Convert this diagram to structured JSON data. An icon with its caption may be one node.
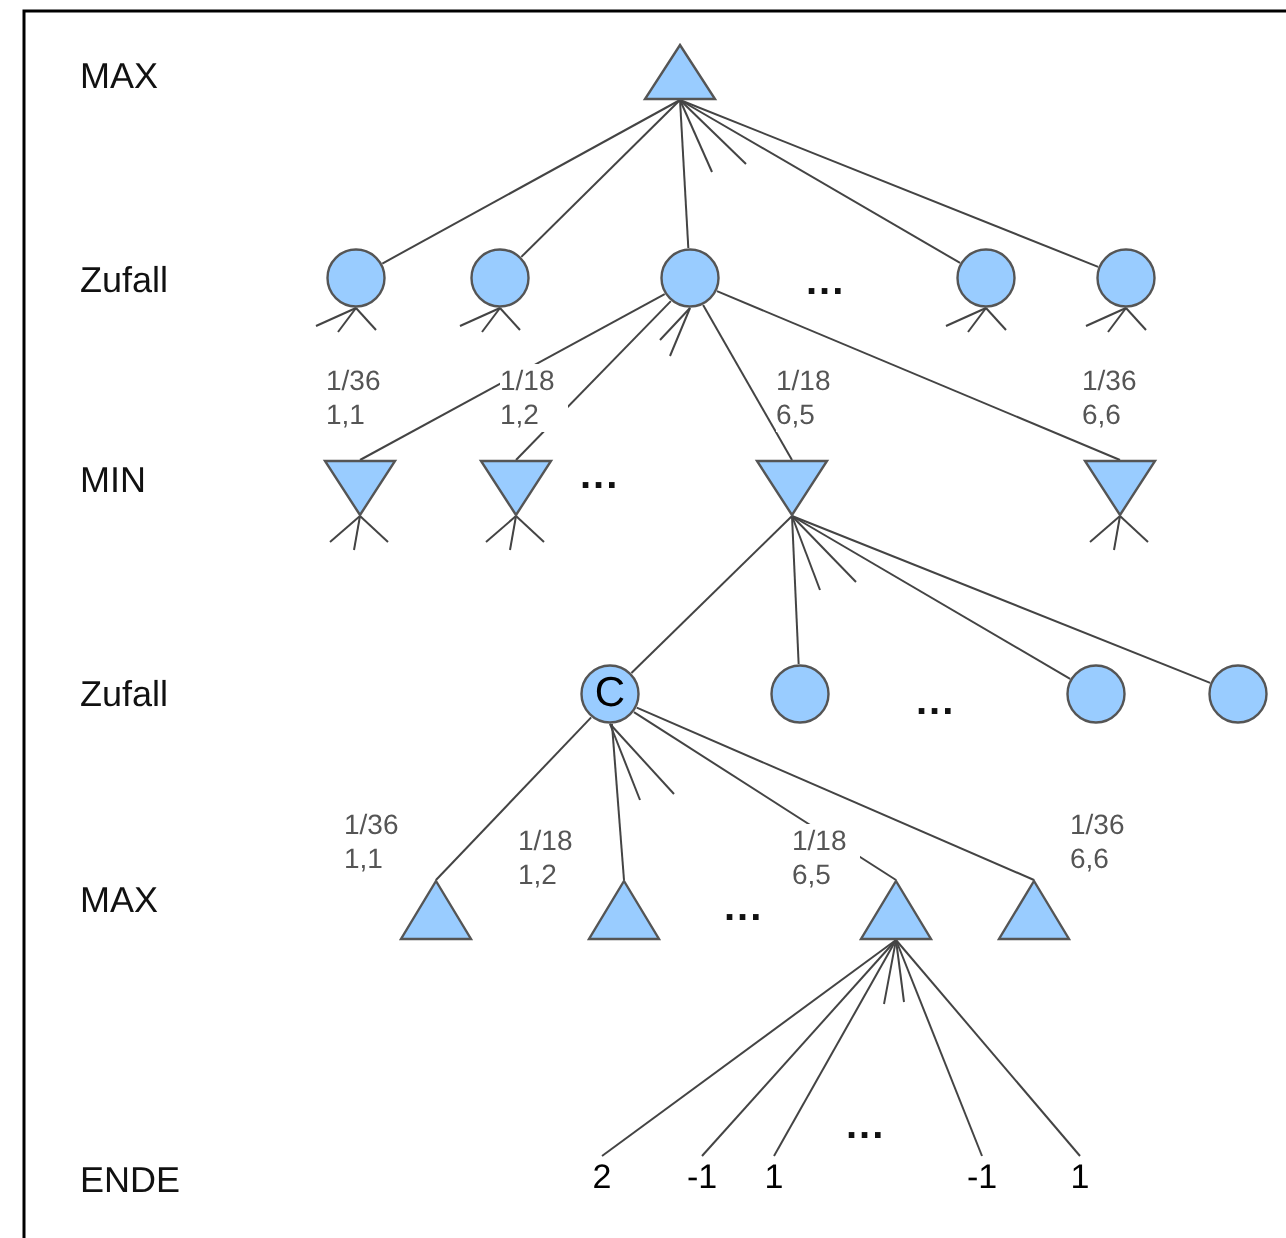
{
  "diagram": {
    "nodes": [
      {
        "text": [],
        "shape": "triangle"
      },
      {
        "text": [],
        "shape": "circle"
      },
      {
        "text": [],
        "shape": "circle"
      },
      {
        "text": [],
        "shape": "circle"
      },
      {
        "text": [],
        "shape": "circle"
      },
      {
        "text": [],
        "shape": "circle"
      },
      {
        "text": [],
        "shape": "triangle"
      },
      {
        "text": [],
        "shape": "triangle"
      },
      {
        "text": [],
        "shape": "triangle"
      },
      {
        "text": [],
        "shape": "triangle"
      },
      {
        "text": [
          "C"
        ]
      },
      {
        "text": [],
        "shape": "circle"
      },
      {
        "text": [],
        "shape": "circle"
      },
      {
        "text": [],
        "shape": "circle"
      },
      {
        "text": [],
        "shape": "triangle"
      },
      {
        "text": [],
        "shape": "triangle"
      },
      {
        "text": [],
        "shape": "triangle"
      },
      {
        "text": [],
        "shape": "triangle"
      },
      {
        "text": [
          "2"
        ]
      },
      {
        "text": [
          "-1"
        ]
      },
      {
        "text": [
          "1"
        ]
      },
      {
        "text": [
          "-1"
        ]
      },
      {
        "text": [
          "1"
        ]
      }
    ],
    "edges": [
      {
        "from": 0,
        "to": 1,
        "arrow": "none"
      },
      {
        "from": 0,
        "to": 2,
        "arrow": "none"
      },
      {
        "from": 0,
        "to": 3,
        "arrow": "none"
      },
      {
        "from": 0,
        "to": 4,
        "arrow": "none"
      },
      {
        "from": 0,
        "to": 5,
        "arrow": "none"
      },
      {
        "from": 3,
        "to": 6,
        "arrow": "none",
        "label": "1/36 1,1"
      },
      {
        "from": 3,
        "to": 7,
        "arrow": "none",
        "label": "1/18 1,2"
      },
      {
        "from": 3,
        "to": 8,
        "arrow": "none",
        "label": "1/18 6,5"
      },
      {
        "from": 3,
        "to": 9,
        "arrow": "none",
        "label": "1/36 6,6"
      },
      {
        "from": 8,
        "to": 10,
        "arrow": "none"
      },
      {
        "from": 8,
        "to": 11,
        "arrow": "none"
      },
      {
        "from": 8,
        "to": 12,
        "arrow": "none"
      },
      {
        "from": 8,
        "to": 13,
        "arrow": "none"
      },
      {
        "from": 10,
        "to": 14,
        "arrow": "none",
        "label": "1/36 1,1"
      },
      {
        "from": 10,
        "to": 15,
        "arrow": "none",
        "label": "1/18 1,2"
      },
      {
        "from": 10,
        "to": 16,
        "arrow": "none",
        "label": "1/18 6,5"
      },
      {
        "from": 10,
        "to": 17,
        "arrow": "none",
        "label": "1/36 6,6"
      },
      {
        "from": 16,
        "to": 18,
        "arrow": "none"
      },
      {
        "from": 16,
        "to": 19,
        "arrow": "none"
      },
      {
        "from": 16,
        "to": 20,
        "arrow": "none"
      },
      {
        "from": 16,
        "to": 21,
        "arrow": "none"
      },
      {
        "from": 16,
        "to": 22,
        "arrow": "none"
      }
    ],
    "labels": [
      "MAX",
      "Zufall",
      "MIN",
      "Zufall",
      "MAX",
      "ENDE",
      "...",
      "...",
      "...",
      "...",
      "..."
    ]
  }
}
